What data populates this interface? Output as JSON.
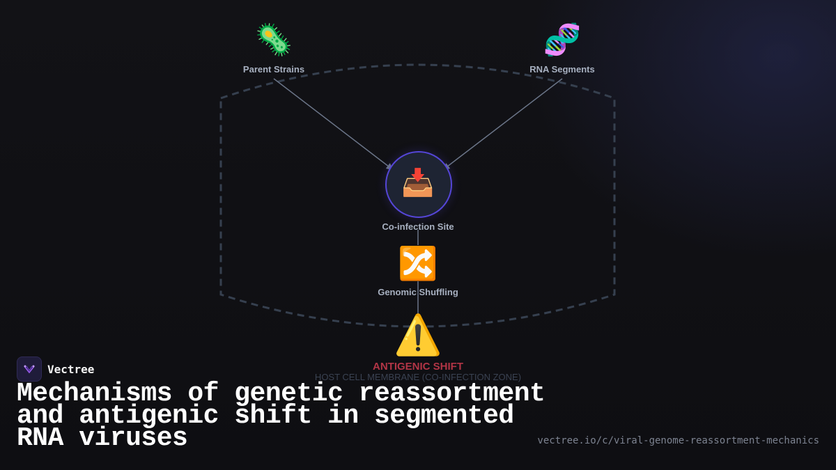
{
  "diagram": {
    "nodes": {
      "parent_strains": {
        "label": "Parent Strains",
        "icon": "microbe-icon"
      },
      "rna_segments": {
        "label": "RNA Segments",
        "icon": "dna-icon"
      },
      "coinfection_site": {
        "label": "Co-infection Site",
        "icon": "inbox-tray-icon"
      },
      "genomic_shuffling": {
        "label": "Genomic Shuffling",
        "icon": "shuffle-icon"
      },
      "antigenic_shift": {
        "label": "ANTIGENIC SHIFT",
        "icon": "warning-icon"
      }
    },
    "zone_label": "HOST CELL MEMBRANE (CO-INFECTION ZONE)",
    "edges": [
      {
        "from": "parent_strains",
        "to": "coinfection_site"
      },
      {
        "from": "rna_segments",
        "to": "coinfection_site"
      },
      {
        "from": "coinfection_site",
        "to": "genomic_shuffling"
      },
      {
        "from": "genomic_shuffling",
        "to": "antigenic_shift"
      }
    ],
    "colors": {
      "hub_border": "#5546d8",
      "alert": "#b23546",
      "edge": "#6b7588",
      "zone_border": "#36404f"
    }
  },
  "brand": {
    "name": "Vectree"
  },
  "title": "Mechanisms of genetic reassortment and antigenic shift in segmented RNA viruses",
  "url": "vectree.io/c/viral-genome-reassortment-mechanics"
}
